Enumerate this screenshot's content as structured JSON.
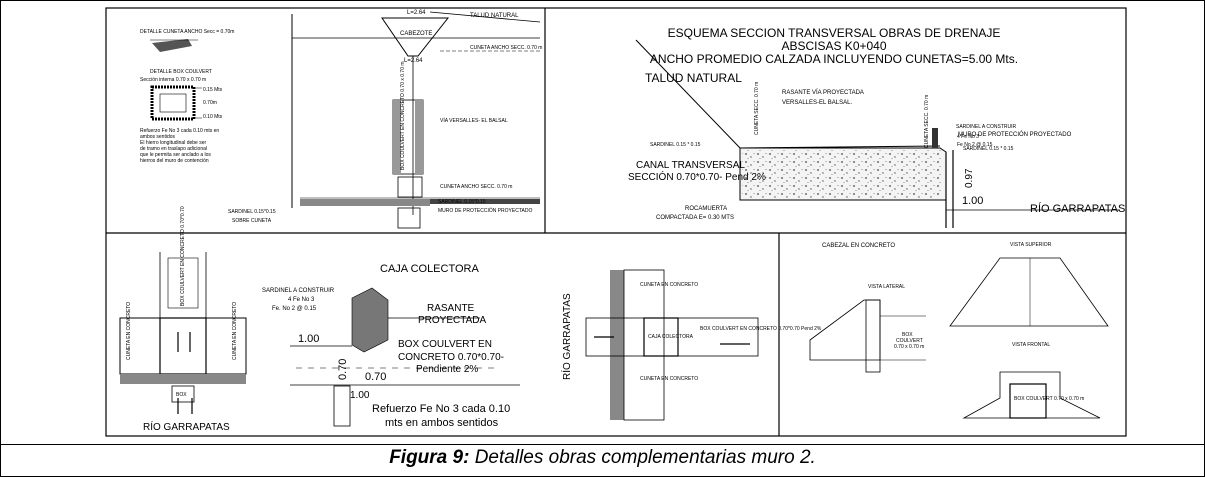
{
  "caption": {
    "figure_label": "Figura 9:",
    "text": " Detalles obras complementarias muro 2."
  },
  "panel_details": {
    "title_cuneta": "DETALLE CUNETA ANCHO Secc = 0.70m",
    "title_box": "DETALLE BOX COULVERT",
    "box_section": "Sección interna 0.70 x 0.70 m",
    "dim_015": "0.15 Mts",
    "dim_070": "0.70m",
    "dim_010": "0.10 Mts",
    "note": [
      "Refuerzo Fe No 3 cada 0.10 mts en",
      "ambos sentidos",
      "El hierro longitudinal debe ser",
      "de tramo en traslapo adicional",
      "que le permita ser anclado a los",
      "hierros del muro de contención"
    ]
  },
  "panel_plan": {
    "l_top": "L=2.64",
    "cabezote": "CABEZOTE",
    "l_bottom": "L=2.64",
    "talud": "TALUD NATURAL",
    "cuneta_top": "CUNETA ANCHO SECC. 0.70 m",
    "via": "VÍA VERSALLES- EL BALSAL",
    "box_vertical": "BOX COULVERT EN CONCRETO 0.70 x 0.70 m",
    "cuneta_bottom": "CUNETA ANCHO SECC. 0.70 m",
    "sardinel_left": "SARDINEL 0.15*0.15",
    "sobre_cuneta": "SOBRE CUNETA",
    "sardinel_right": "SARDINEL 0.15*0.15",
    "muro": "MURO DE PROTECCIÓN PROYECTADO"
  },
  "panel_section": {
    "title1": "ESQUEMA SECCION TRANSVERSAL OBRAS DE DRENAJE",
    "title2": "ABSCISAS K0+040",
    "title3": "ANCHO PROMEDIO CALZADA INCLUYENDO CUNETAS=5.00 Mts.",
    "talud": "TALUD NATURAL",
    "rasante1": "RASANTE  VÍA  PROYECTADA",
    "rasante2": "VERSALLES-EL BALSAL.",
    "cuneta_left": "CUNETA SECC. 0.70 m",
    "cuneta_right": "CUNETA SECC. 0.70 m",
    "sardinel_construir": "SARDINEL A CONSTRUIR",
    "fe_no3": "4 Fe No 3",
    "fe_no2": "Fe No 2 @ 0.15",
    "muro": "MURO DE PROTECCIÓN PROYECTADO",
    "sardinel_left": "SARDINEL 0.15 * 0.15",
    "sardinel_right": "SARDINEL 0.15 * 0.15",
    "canal1": "CANAL TRANSVERSAL",
    "canal2": "SECCIÓN 0.70*0.70- Pend 2%",
    "roca1": "ROCAMUERTA",
    "roca2": "COMPACTADA E= 0.30 MTS",
    "dim_097": "0.97",
    "dim_100": "1.00",
    "rio": "RÍO GARRAPATAS"
  },
  "panel_plan2": {
    "box_label": "BOX COULVERT EN CONCRETO 0.70*0.70",
    "rio": "RÍO GARRAPATAS",
    "cuneta_l": "CUNETA EN CONCRETO",
    "cuneta_r": "CUNETA EN CONCRETO",
    "box_small": "BOX"
  },
  "panel_caja": {
    "title": "CAJA COLECTORA",
    "sardinel": "SARDINEL A CONSTRUIR",
    "fe4": "4 Fe No 3",
    "fe2": "Fe. No 2 @ 0.15",
    "rasante1": "RASANTE",
    "rasante2": "PROYECTADA",
    "dim_100a": "1.00",
    "dim_070a": "0.70",
    "dim_070b": "0.70",
    "dim_100b": "1.00",
    "box1": "BOX COULVERT  EN",
    "box2": "CONCRETO  0.70*0.70-",
    "box3": "Pendiente  2%",
    "ref1": "Refuerzo Fe No 3 cada 0.10",
    "ref2": "mts en ambos sentidos"
  },
  "panel_box_plan": {
    "rio": "RÍO GARRAPATAS",
    "cuneta_top": "CUNETA EN CONCRETO",
    "box": "BOX COULVERT EN CONCRETO 0.70*0.70 Pend 2%",
    "caja": "CAJA COLECTORA",
    "cuneta_bottom": "CUNETA EN CONCRETO"
  },
  "panel_cabezal": {
    "title": "CABEZAL EN CONCRETO",
    "vista_lateral": "VISTA LATERAL",
    "vista_superior": "VISTA SUPERIOR",
    "vista_frontal": "VISTA FRONTAL",
    "box1": "BOX",
    "box2": "COULVERT",
    "box3": "0.70 x 0.70 m",
    "box_front": "BOX COULVERT 0.70 x 0.70 m"
  }
}
